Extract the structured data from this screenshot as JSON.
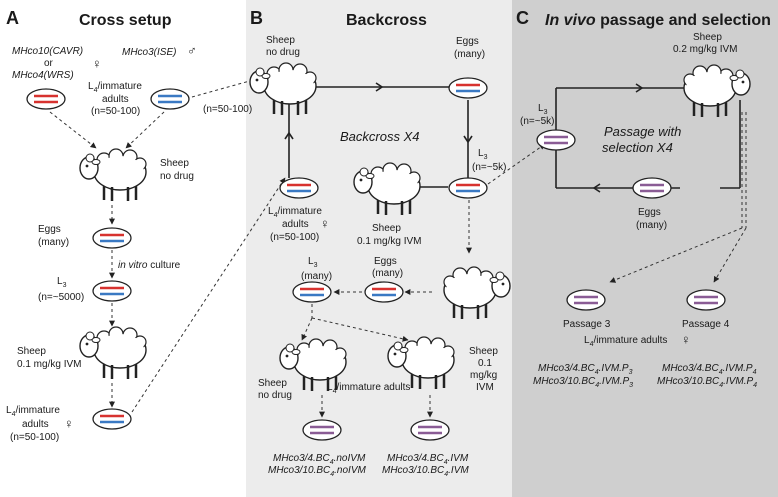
{
  "colors": {
    "panel_a_bg": "#ffffff",
    "panel_b_bg": "#ececec",
    "panel_c_bg": "#cfcfcf",
    "red_strand": "#d7322f",
    "blue_strand": "#3a79c3",
    "purple_strand": "#8a5c95"
  },
  "panel_a": {
    "letter": "A",
    "title": "Cross setup",
    "parent1_line1": "MHco10(CAVR)",
    "parent1_line2": "or",
    "parent1_line3": "MHco4(WRS)",
    "female_symbol": "♀",
    "parent2": "MHco3(ISE)",
    "male_symbol": "♂",
    "l4_line1": "L",
    "l4_sub": "4",
    "l4_rest": "/immature",
    "adults_label": "adults",
    "n_50_100": "(n=50-100)",
    "n_arrow_label": "(n=50-100)",
    "sheep_nodrug_1": "Sheep",
    "sheep_nodrug_2": "no drug",
    "eggs_1": "Eggs",
    "eggs_2": "(many)",
    "in_vitro_1": "in vitro",
    "in_vitro_2": " culture",
    "l3_main": "L",
    "l3_sub": "3",
    "l3_n": "(n=~5000)",
    "sheep_ivm_1": "Sheep",
    "sheep_ivm_2": "0.1 mg/kg IVM",
    "final_l4_main": "L",
    "final_l4_sub": "4",
    "final_l4_rest": "/immature",
    "final_adults": "adults",
    "final_n": "(n=50-100)"
  },
  "panel_b": {
    "letter": "B",
    "title": "Backcross",
    "sheep_tl_1": "Sheep",
    "sheep_tl_2": "no drug",
    "eggs_tr_1": "Eggs",
    "eggs_tr_2": "(many)",
    "backcross_label": "Backcross X4",
    "l3_main": "L",
    "l3_sub": "3",
    "l3_n": "(n=~5k)",
    "l4_main": "L",
    "l4_sub": "4",
    "l4_rest": "/immature",
    "adults": "adults",
    "n_50_100": "(n=50-100)",
    "sheep_mid_1": "Sheep",
    "sheep_mid_2": "0.1 mg/kg IVM",
    "eggs_lo_1": "Eggs",
    "eggs_lo_2": "(many)",
    "l3_lo_main": "L",
    "l3_lo_sub": "3",
    "l3_lo_n": "(many)",
    "sheep_nodrug_1": "Sheep",
    "sheep_nodrug_2": "no drug",
    "sheep_ivm_1": "Sheep",
    "sheep_ivm_2": "0.1",
    "sheep_ivm_3": "mg/kg",
    "sheep_ivm_4": "IVM",
    "l4_adults_main": "L",
    "l4_adults_sub": "4",
    "l4_adults_rest": "/immature adults",
    "iso1_line1_a": "MHco3/4.BC",
    "iso1_line1_sub": "4",
    "iso1_line1_b": ".noIVM",
    "iso1_line2_a": "MHco3/10.BC",
    "iso1_line2_sub": "4",
    "iso1_line2_b": ".noIVM",
    "iso2_line1_a": "MHco3/4.BC",
    "iso2_line1_sub": "4",
    "iso2_line1_b": ".IVM",
    "iso2_line2_a": "MHco3/10.BC",
    "iso2_line2_sub": "4",
    "iso2_line2_b": ".IVM"
  },
  "panel_c": {
    "letter": "C",
    "title_it": "In vivo",
    "title_rest": " passage and selection",
    "sheep_1": "Sheep",
    "sheep_2": "0.2 mg/kg IVM",
    "l3_main": "L",
    "l3_sub": "3",
    "l3_n": "(n=~5k)",
    "passage_1": "Passage with",
    "passage_2": "selection X4",
    "eggs_1": "Eggs",
    "eggs_2": "(many)",
    "passage3": "Passage 3",
    "passage4": "Passage 4",
    "l4_main": "L",
    "l4_sub": "4",
    "l4_rest": "/immature adults",
    "p3_l1_a": "MHco3/4.BC",
    "p3_l1_sub": "4",
    "p3_l1_b": ".IVM.P",
    "p3_l1_sub2": "3",
    "p3_l2_a": "MHco3/10.BC",
    "p3_l2_sub": "4",
    "p3_l2_b": ".IVM.P",
    "p3_l2_sub2": "3",
    "p4_l1_a": "MHco3/4.BC",
    "p4_l1_sub": "4",
    "p4_l1_b": ".IVM.P",
    "p4_l1_sub2": "4",
    "p4_l2_a": "MHco3/10.BC",
    "p4_l2_sub": "4",
    "p4_l2_b": ".IVM.P",
    "p4_l2_sub2": "4"
  }
}
